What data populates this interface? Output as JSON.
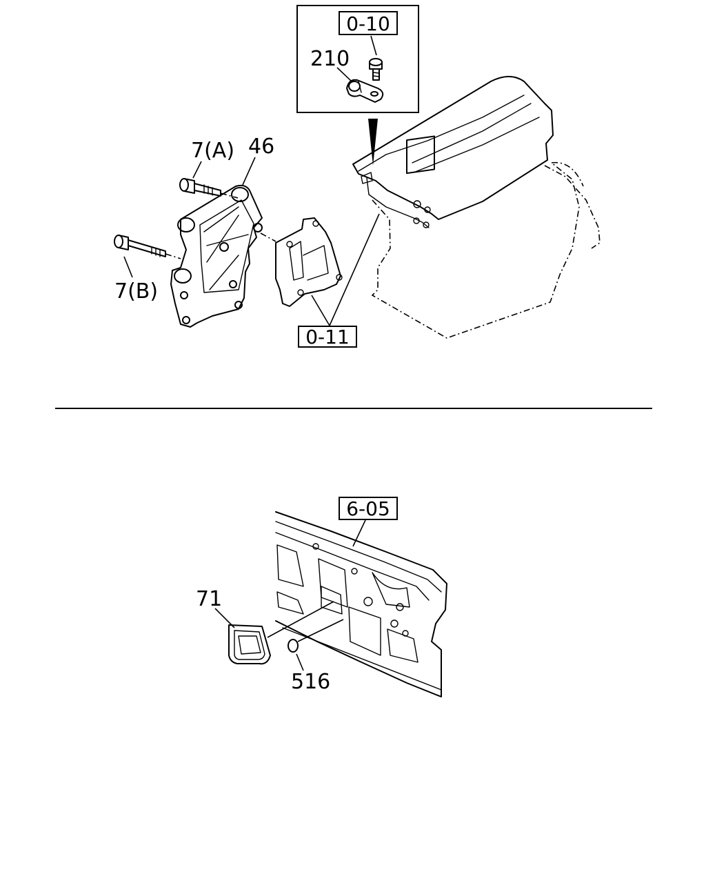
{
  "diagram": {
    "upper": {
      "inset_ref": "0-10",
      "clip_part": "210",
      "bolt_a": "7(A)",
      "bracket": "46",
      "bolt_b": "7(B)",
      "engine_ref": "0-11"
    },
    "lower": {
      "panel_ref": "6-05",
      "grommet": "71",
      "plug": "516"
    }
  }
}
